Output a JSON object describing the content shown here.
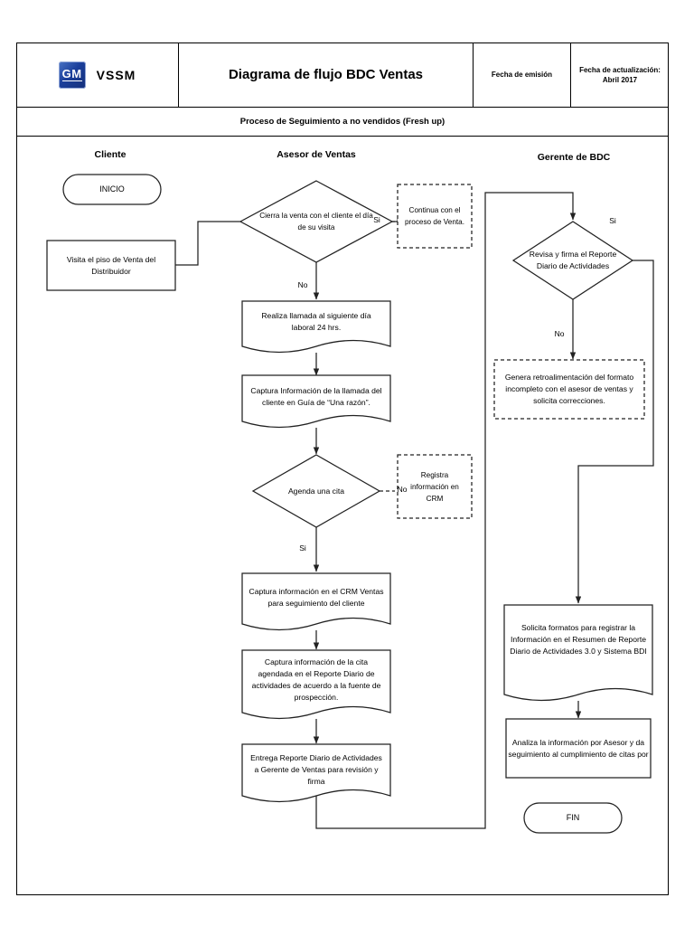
{
  "header": {
    "brand_icon": "gm-logo-icon",
    "brand_mark": "GM",
    "brand_label": "VSSM",
    "title": "Diagrama de flujo BDC Ventas",
    "emission_label": "Fecha de emisión",
    "update_label": "Fecha de actualización:",
    "update_value": "Abril 2017",
    "subtitle": "Proceso de Seguimiento a no vendidos  (Fresh up)"
  },
  "lanes": [
    {
      "label": "Cliente"
    },
    {
      "label": "Asesor de Ventas"
    },
    {
      "label": "Gerente de BDC"
    }
  ],
  "nodes": {
    "inicio": "INICIO",
    "visita": "Visita el piso de Venta del Distribuidor",
    "cierra": "Cierra la venta con el cliente el día de su visita",
    "continua": "Continua con el proceso de Venta.",
    "realiza": "Realiza llamada al siguiente día laboral 24 hrs.",
    "captura_info": "Captura Información de la llamada del cliente en Guía de “Una razón”.",
    "agenda": "Agenda  una cita",
    "registra": "Registra información en CRM",
    "captura_crm": "Captura información en el CRM Ventas para seguimiento del cliente",
    "captura_cita": "Captura información de la cita agendada en el Reporte Diario de actividades de acuerdo a la fuente de prospección.",
    "entrega": "Entrega Reporte Diario de Actividades a Gerente de Ventas para revisión y firma",
    "revisa": "Revisa y firma el Reporte Diario de Actividades",
    "genera": "Genera retroalimentación del formato incompleto con el asesor de ventas y solicita correcciones.",
    "solicita": "Solicita formatos para registrar la Información en el Resumen de Reporte Diario de Actividades 3.0 y Sistema BDI",
    "analiza": "Analiza la información por Asesor y da seguimiento al cumplimiento de citas por",
    "fin": "FIN"
  },
  "edge_labels": {
    "si_cierra": "Si",
    "no_cierra": "No",
    "no_agenda": "No",
    "si_agenda": "Si",
    "si_revisa": "Si",
    "no_revisa": "No"
  },
  "colors": {
    "stroke": "#222222",
    "brand_blue": "#1b3f9b",
    "background": "#ffffff"
  }
}
